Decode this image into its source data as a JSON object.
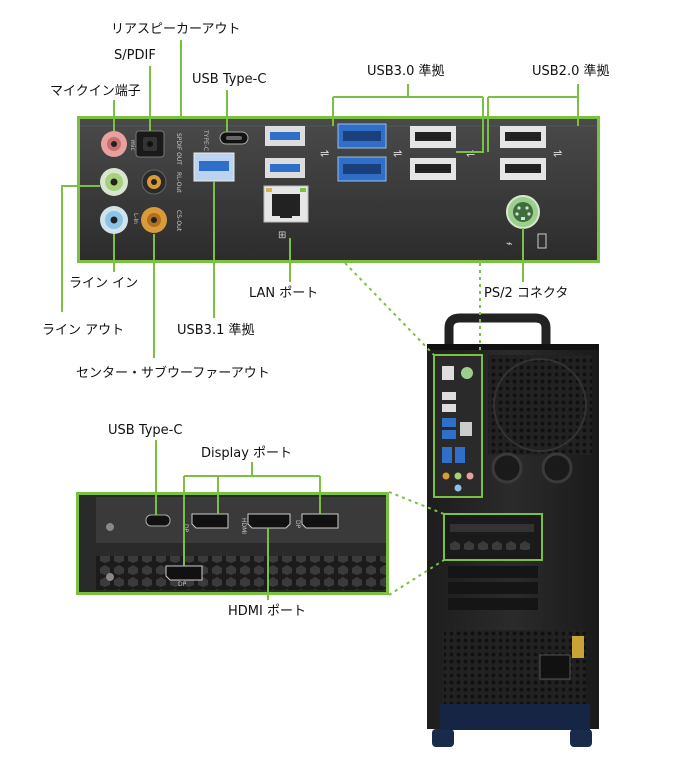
{
  "labels": {
    "rear_speaker_out": "リアスピーカーアウト",
    "spdif": "S/PDIF",
    "mic_in": "マイクイン端子",
    "usb_typec_top": "USB Type-C",
    "usb30": "USB3.0 準拠",
    "usb20": "USB2.0 準拠",
    "line_in": "ライン イン",
    "lan_port": "LAN ポート",
    "ps2_connector": "PS/2 コネクタ",
    "line_out": "ライン アウト",
    "usb31": "USB3.1 準拠",
    "center_sub_out": "センター・サブウーファーアウト",
    "usb_typec_gpu": "USB Type-C",
    "display_port": "Display ポート",
    "hdmi_port": "HDMI ポート"
  },
  "panel_text": {
    "audio_marks": [
      "SPDIF OUT",
      "RL-Out",
      "CS-Out",
      "L-In",
      "mic"
    ],
    "typec_mark": "TYPE-C",
    "gpu_marks": [
      "DP",
      "HDMI",
      "DP",
      "DP"
    ]
  },
  "colors": {
    "accent_green": "#7bc043",
    "panel_dark": "#3a3a3a",
    "usb3_blue": "#2f6fc9",
    "audio_pink": "#e8a0a0",
    "audio_green": "#a7d07a",
    "audio_blue": "#8fc3e6",
    "audio_orange": "#d99a3a",
    "ps2_green": "#9ccf8f"
  }
}
